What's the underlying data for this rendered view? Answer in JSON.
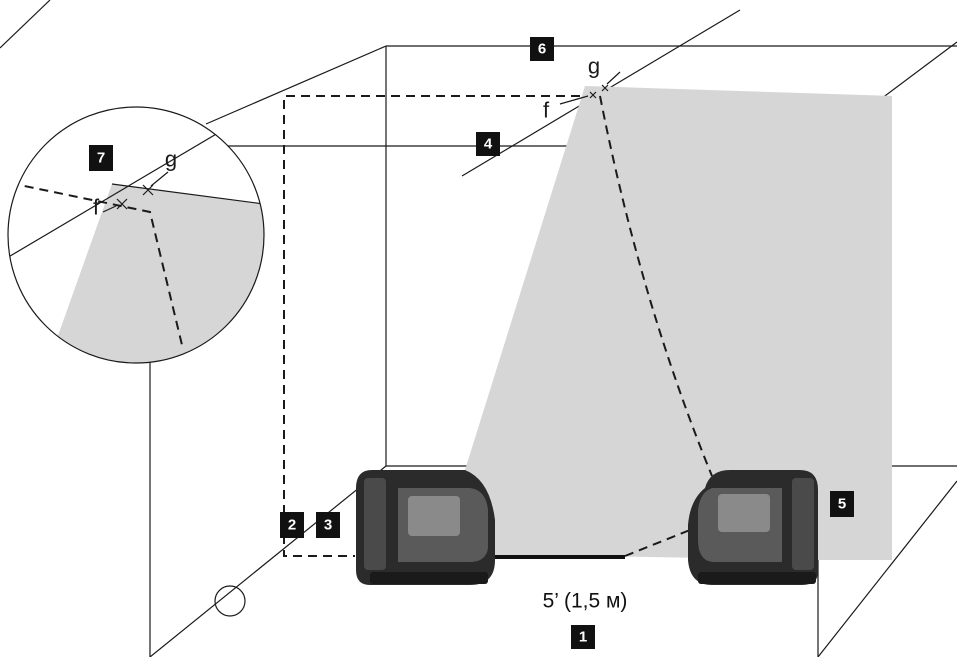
{
  "callouts": {
    "c1": "1",
    "c2": "2",
    "c3": "3",
    "c4": "4",
    "c5": "5",
    "c6": "6",
    "c7": "7"
  },
  "points": {
    "f_main": "f",
    "g_main": "g",
    "f_zoom": "f",
    "g_zoom": "g"
  },
  "distance_label": "5’ (1,5 м)",
  "colors": {
    "line": "#1a1a1a",
    "beam": "#d6d6d6",
    "callout_bg": "#111111",
    "device_body": "#2b2b2b",
    "device_face": "#8a8a8a"
  }
}
